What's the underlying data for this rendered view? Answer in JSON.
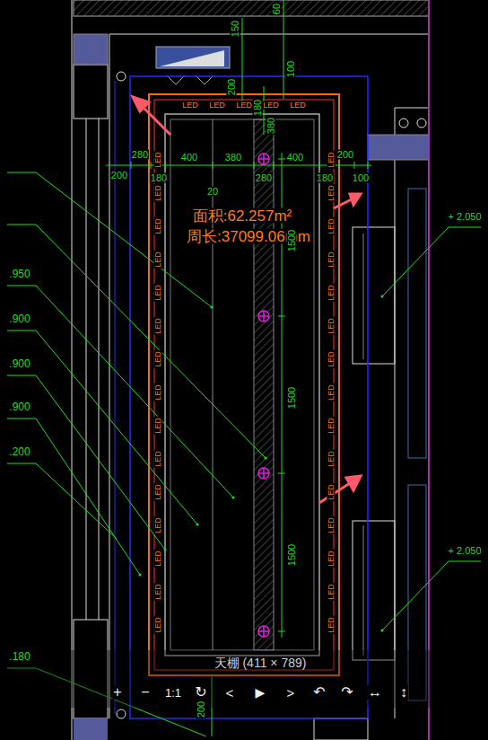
{
  "diagram": {
    "labels": [
      "150",
      "60",
      "200",
      "100",
      "180",
      "380",
      "280",
      "400",
      "380",
      "400",
      "200",
      "200",
      "180",
      "20",
      "280",
      "180",
      "100",
      "面积:62.257m²",
      "周长:37099.06mm",
      "1500",
      "1500",
      "1500",
      ".950",
      ".900",
      ".900",
      ".900",
      ".200",
      ".180",
      "+ 2.050",
      "+ 2.050",
      "天棚 (411 × 789)",
      "+",
      "−",
      "1:1",
      "↻",
      "<",
      "▶",
      ">",
      "↶",
      "↷",
      "↔",
      "↕",
      "200",
      "LED",
      "LED",
      "LED",
      "LED",
      "LED",
      "LED",
      "LED",
      "LED",
      "LED",
      "LED",
      "LED",
      "LED",
      "LED",
      "LED",
      "LED",
      "LED",
      "LED",
      "LED",
      "LED",
      "LED",
      "LED",
      "LED",
      "LED",
      "LED",
      "LED",
      "LED",
      "LED",
      "LED",
      "LED",
      "LED",
      "LED",
      "LED",
      "LED",
      "LED",
      "LED"
    ]
  }
}
